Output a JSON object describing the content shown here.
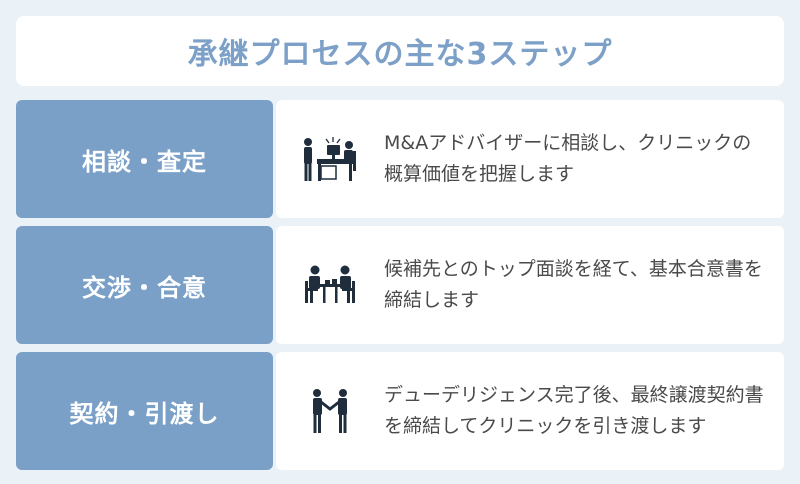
{
  "title": "承継プロセスの主な3ステップ",
  "steps": [
    {
      "label": "相談・査定",
      "icon": "advisor-meeting-icon",
      "description": "M&Aアドバイザーに相談し、クリニックの概算価値を把握します"
    },
    {
      "label": "交渉・合意",
      "icon": "negotiation-table-icon",
      "description": "候補先とのトップ面談を経て、基本合意書を締結します"
    },
    {
      "label": "契約・引渡し",
      "icon": "handshake-icon",
      "description": "デューデリジェンス完了後、最終譲渡契約書を締結してクリニックを引き渡します"
    }
  ],
  "colors": {
    "background": "#eaf1f7",
    "label_box": "#7aa0c8",
    "title_text": "#7ca0c7",
    "icon": "#1f2d3d"
  }
}
